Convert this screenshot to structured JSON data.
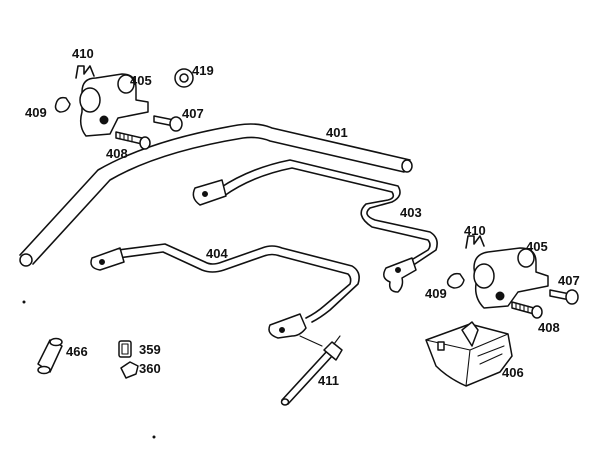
{
  "parts": {
    "p401": "401",
    "p403": "403",
    "p404": "404",
    "p405a": "405",
    "p405b": "405",
    "p406": "406",
    "p407a": "407",
    "p407b": "407",
    "p408a": "408",
    "p408b": "408",
    "p409a": "409",
    "p409b": "409",
    "p410a": "410",
    "p410b": "410",
    "p411": "411",
    "p419": "419",
    "p466": "466",
    "p359": "359",
    "p360": "360"
  }
}
